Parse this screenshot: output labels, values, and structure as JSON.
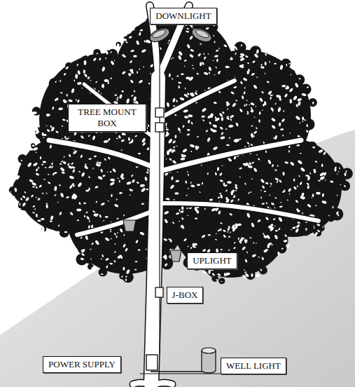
{
  "diagram": {
    "nodes": [
      {
        "text": [
          "DOWNLIGHT"
        ]
      },
      {
        "text": [
          "TREE MOUNT BOX"
        ]
      },
      {
        "text": [
          "UPLIGHT"
        ]
      },
      {
        "text": [
          "J-BOX"
        ]
      },
      {
        "text": [
          "POWER SUPPLY"
        ]
      },
      {
        "text": [
          "WELL LIGHT"
        ]
      }
    ]
  }
}
